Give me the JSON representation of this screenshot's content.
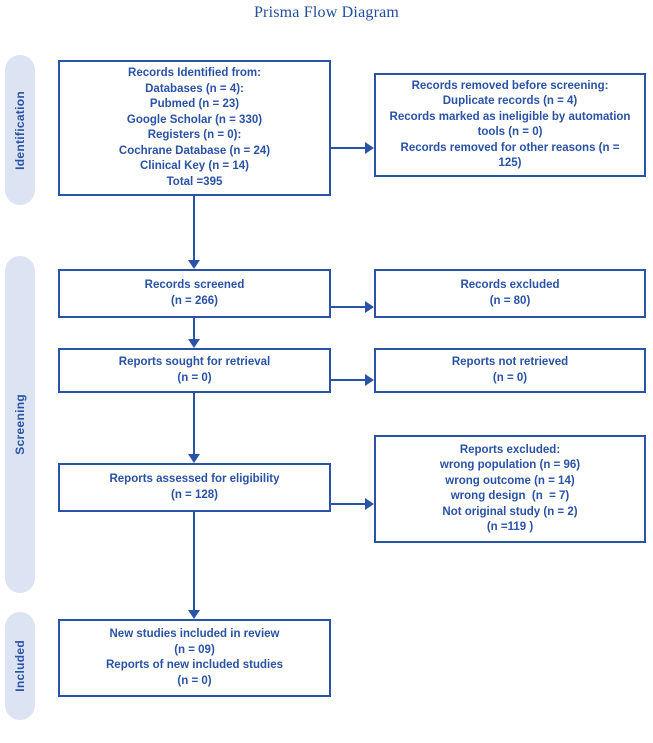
{
  "title": "Prisma Flow Diagram",
  "colors": {
    "line": "#2a52a5",
    "text": "#2a52a5",
    "pill_background": "#dce3f2",
    "title": "#1f4e9c",
    "page_background": "#ffffff"
  },
  "stages": [
    {
      "id": "identification",
      "label": "Identification"
    },
    {
      "id": "screening",
      "label": "Screening"
    },
    {
      "id": "included",
      "label": "Included"
    }
  ],
  "boxes": {
    "records_identified": {
      "lines": [
        "Records Identified from:",
        "Databases (n = 4):",
        "Pubmed (n = 23)",
        "Google Scholar (n = 330)",
        "Registers (n = 0):",
        "Cochrane Database (n = 24)",
        "Clinical Key (n = 14)",
        "Total =395"
      ]
    },
    "records_removed": {
      "lines": [
        "Records removed before screening:",
        "Duplicate records (n = 4)",
        "Records marked as ineligible by automation",
        "tools (n = 0)",
        "Records removed for other reasons (n =",
        "125)"
      ]
    },
    "records_screened": {
      "lines": [
        "Records screened",
        "(n = 266)"
      ]
    },
    "records_excluded": {
      "lines": [
        "Records excluded",
        "(n = 80)"
      ]
    },
    "reports_sought": {
      "lines": [
        "Reports sought for retrieval",
        "(n = 0)"
      ]
    },
    "reports_not_retrieved": {
      "lines": [
        "Reports not retrieved",
        "(n = 0)"
      ]
    },
    "reports_assessed": {
      "lines": [
        "Reports assessed for eligibility",
        "(n = 128)"
      ]
    },
    "reports_excluded": {
      "lines": [
        "Reports excluded:",
        "wrong population (n = 96)",
        "wrong outcome (n = 14)",
        "wrong design  (n  = 7)",
        "Not original study (n = 2)",
        "(n =119 )"
      ]
    },
    "new_studies": {
      "lines": [
        "New studies included in review",
        "(n = 09)",
        "Reports of new included studies",
        "(n = 0)"
      ]
    }
  }
}
